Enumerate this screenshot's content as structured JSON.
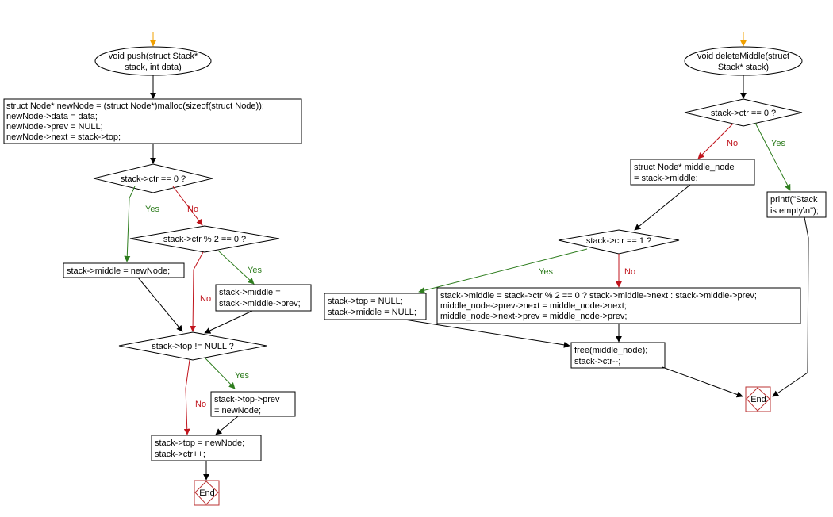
{
  "left": {
    "start": [
      "void push(struct Stack*",
      "stack, int data)"
    ],
    "init": [
      "struct Node* newNode = (struct Node*)malloc(sizeof(struct Node));",
      "newNode->data = data;",
      "newNode->prev = NULL;",
      "newNode->next = stack->top;"
    ],
    "cond1": "stack->ctr == 0 ?",
    "cond2": "stack->ctr % 2 == 0 ?",
    "set_middle": "stack->middle = newNode;",
    "move_middle": [
      "stack->middle =",
      "stack->middle->prev;"
    ],
    "cond3": "stack->top != NULL ?",
    "set_prev": [
      "stack->top->prev",
      "= newNode;"
    ],
    "final": [
      "stack->top = newNode;",
      "stack->ctr++;"
    ],
    "end": "End"
  },
  "right": {
    "start": [
      "void deleteMiddle(struct",
      "Stack* stack)"
    ],
    "cond1": "stack->ctr == 0 ?",
    "empty_msg": [
      "printf(\"Stack",
      "is empty\\n\");"
    ],
    "middle_node": [
      "struct Node* middle_node",
      "= stack->middle;"
    ],
    "cond2": "stack->ctr == 1 ?",
    "reset": [
      "stack->top = NULL;",
      "stack->middle = NULL;"
    ],
    "relink": [
      "stack->middle = stack->ctr % 2 == 0 ? stack->middle->next : stack->middle->prev;",
      "middle_node->prev->next = middle_node->next;",
      "middle_node->next->prev = middle_node->prev;"
    ],
    "free": [
      "free(middle_node);",
      "stack->ctr--;"
    ],
    "end": "End"
  },
  "labels": {
    "yes": "Yes",
    "no": "No"
  },
  "colors": {
    "start_arrow": "#f0a000",
    "yes": "#2e7d1e",
    "no": "#c0141c",
    "end_border": "#b33333"
  }
}
